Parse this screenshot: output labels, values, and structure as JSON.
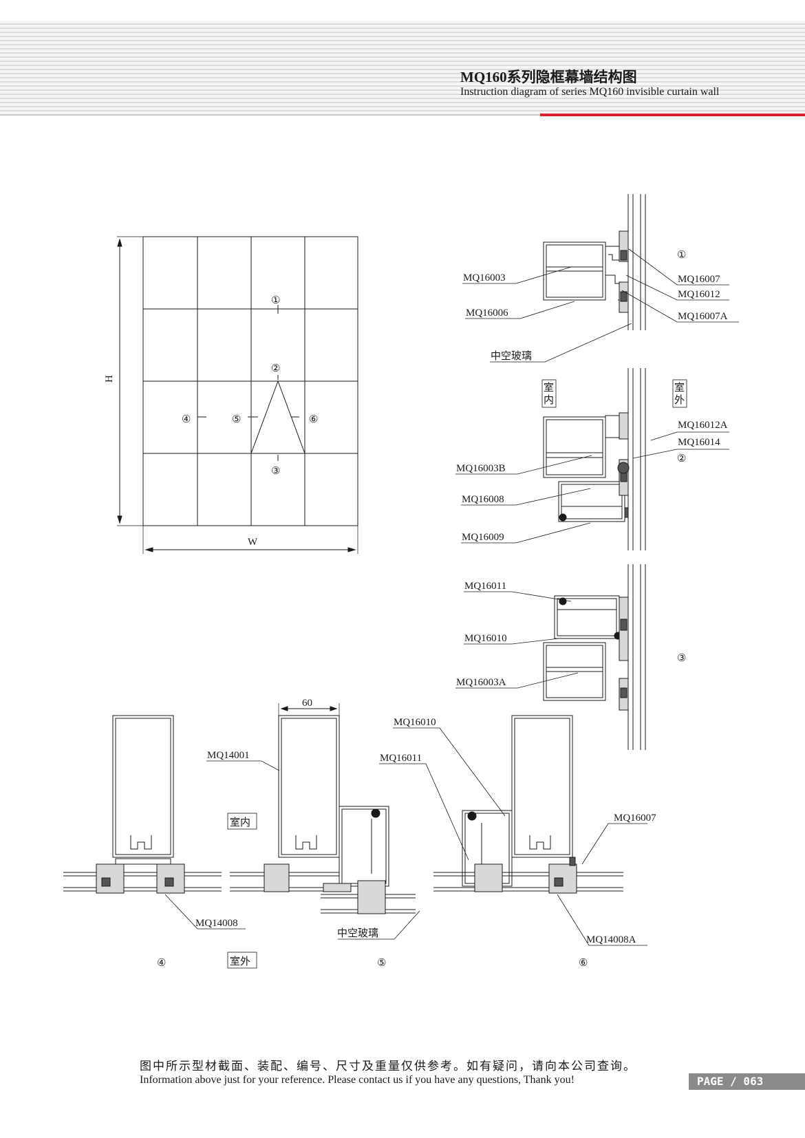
{
  "header": {
    "title_cn": "MQ160系列隐框幕墙结构图",
    "title_en": "Instruction diagram of series MQ160 invisible curtain wall"
  },
  "elevation": {
    "height_label": "H",
    "width_label": "W",
    "markers": [
      "①",
      "②",
      "③",
      "④",
      "⑤",
      "⑥"
    ]
  },
  "section_1": {
    "number": "①",
    "labels": [
      "MQ16003",
      "MQ16006",
      "中空玻璃",
      "MQ16007",
      "MQ16012",
      "MQ16007A"
    ]
  },
  "section_2": {
    "number": "②",
    "indoor": "室内",
    "outdoor": "室外",
    "labels": [
      "MQ16012A",
      "MQ16014",
      "MQ16003B",
      "MQ16008",
      "MQ16009"
    ]
  },
  "section_3": {
    "number": "③",
    "labels": [
      "MQ16011",
      "MQ16010",
      "MQ16003A"
    ]
  },
  "plan_sections": {
    "numbers": [
      "④",
      "⑤",
      "⑥"
    ],
    "dimension": "60",
    "indoor": "室内",
    "outdoor": "室外",
    "labels": [
      "MQ14001",
      "MQ14008",
      "中空玻璃",
      "MQ16010",
      "MQ16011",
      "MQ16007",
      "MQ14008A"
    ]
  },
  "footer": {
    "note_cn": "图中所示型材截面、装配、编号、尺寸及重量仅供参考。如有疑问，请向本公司查询。",
    "note_en": "Information above just for your reference. Please contact us if you have any questions, Thank you!",
    "page": "PAGE / 063"
  },
  "colors": {
    "accent_red": "#d9232e",
    "badge_gray": "#8a8a8a",
    "line": "#1a1a1a"
  }
}
